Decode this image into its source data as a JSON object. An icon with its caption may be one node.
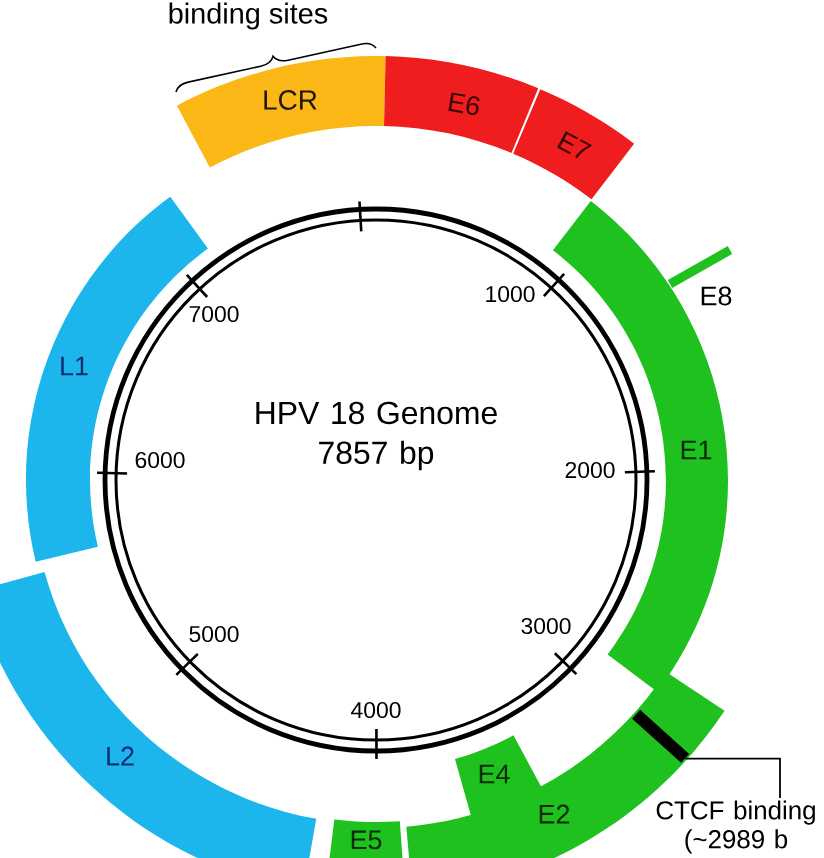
{
  "diagram": {
    "nodes": [
      {
        "text": [
          "LCR"
        ]
      },
      {
        "text": [
          "E6"
        ]
      },
      {
        "text": [
          "E7"
        ]
      },
      {
        "text": [
          "E8"
        ]
      },
      {
        "text": [
          "L1"
        ]
      },
      {
        "text": [
          "HPV 18 Genome 7857 bp"
        ]
      },
      {
        "text": [
          "E1"
        ]
      },
      {
        "text": [
          "L2"
        ]
      },
      {
        "text": [
          "E4"
        ]
      },
      {
        "text": [
          "E2"
        ]
      },
      {
        "text": [],
        "shape": "bar",
        "in": 9
      },
      {
        "text": [
          "CTCF binding (~2989 b"
        ]
      },
      {
        "text": [
          "E5"
        ]
      }
    ],
    "edges": [
      {
        "from": 11,
        "to": 10,
        "arrow": "none"
      }
    ],
    "labels": [
      "binding sites",
      "7000",
      "1000",
      "6000",
      "2000",
      "5000",
      "3000",
      "4000"
    ]
  }
}
